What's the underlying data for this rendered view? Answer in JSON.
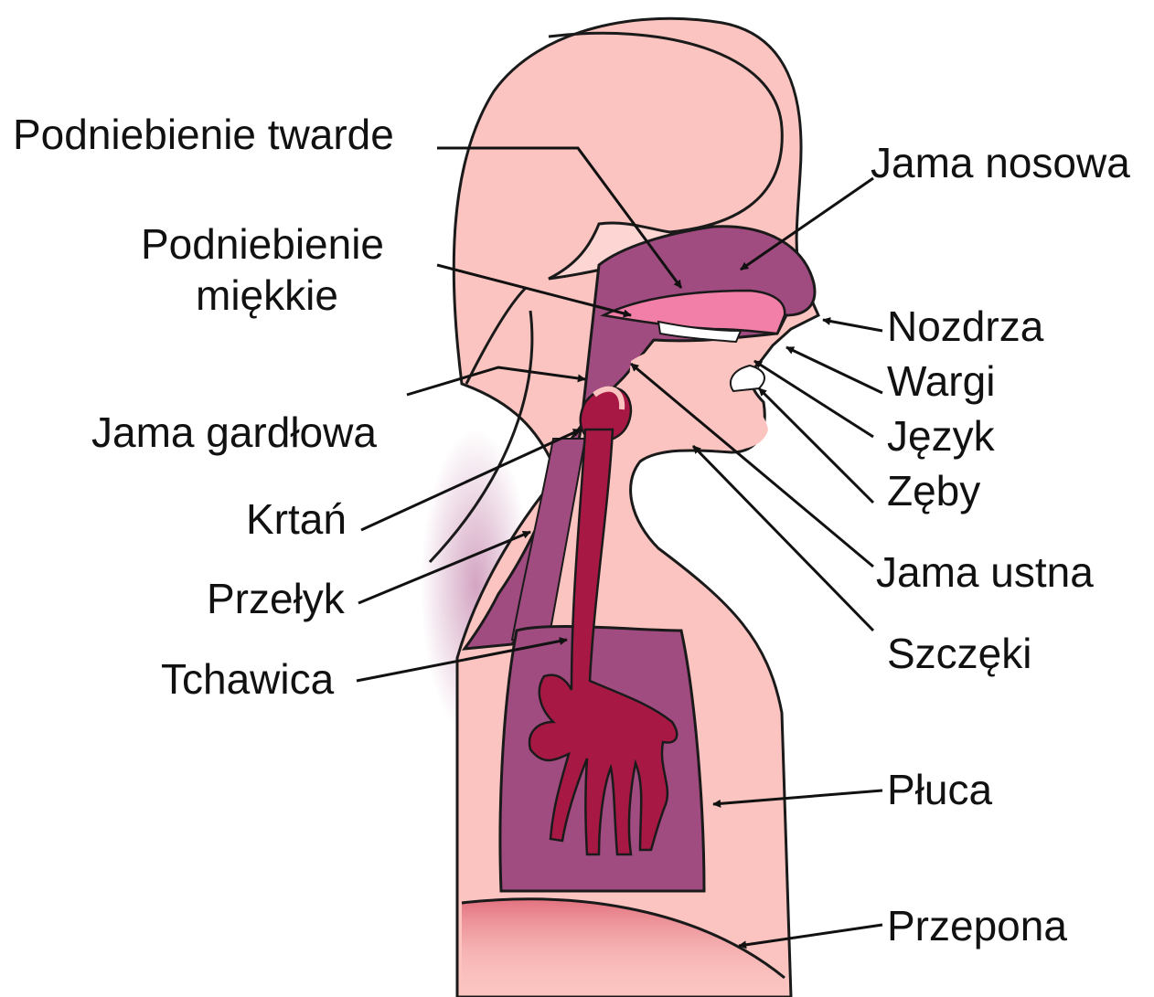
{
  "colors": {
    "skin": "#fbc4c0",
    "skin_light": "#fdd5d2",
    "airway": "#a04c80",
    "airway_dark": "#7a2a60",
    "trachea": "#a81845",
    "palate": "#f27fa8",
    "outline": "#1a1a1a",
    "diaphragm_glow": "#e8808a"
  },
  "labels": {
    "hard_palate": "Podniebienie twarde",
    "nasal_cavity": "Jama nosowa",
    "soft_palate_1": "Podniebienie",
    "soft_palate_2": "miękkie",
    "nostrils": "Nozdrza",
    "lips": "Wargi",
    "tongue": "Język",
    "teeth": "Zęby",
    "pharynx": "Jama gardłowa",
    "larynx": "Krtań",
    "esophagus": "Przełyk",
    "trachea": "Tchawica",
    "oral_cavity": "Jama ustna",
    "jaws": "Szczęki",
    "lungs": "Płuca",
    "diaphragm": "Przepona"
  }
}
